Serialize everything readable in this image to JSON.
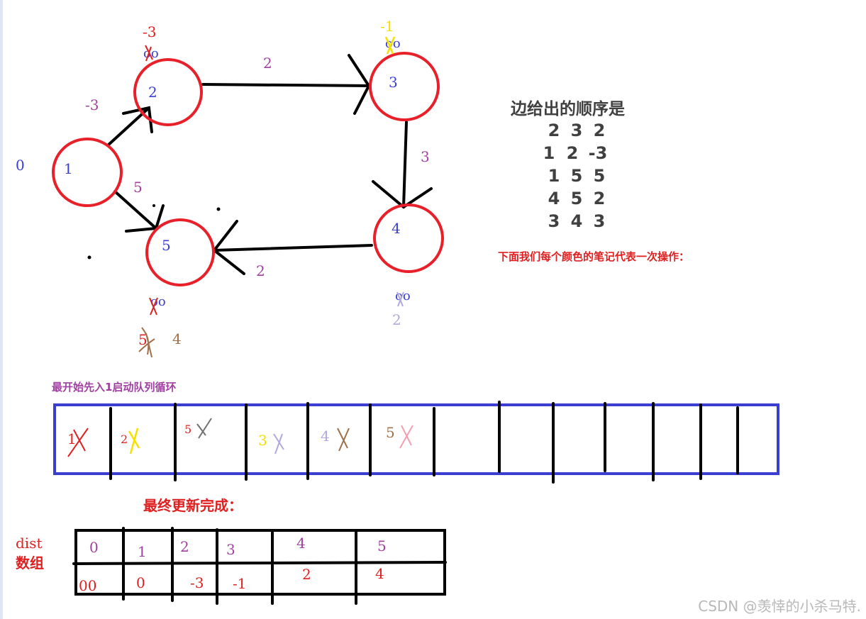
{
  "colors": {
    "node": "#e8202a",
    "node_label": "#3a3fd1",
    "edge_weight": "#a040a0",
    "red": "#e02020",
    "yellow": "#f5e000",
    "gray": "#707070",
    "lavender": "#b0a8e0",
    "brown": "#a0704a",
    "pink": "#f0a0b0",
    "purple": "#a040a0",
    "blue_box": "#3a3fd1",
    "dark_text": "#404040",
    "watermark": "#b8b8b8"
  },
  "graph": {
    "nodes": [
      {
        "id": "1",
        "label": "1"
      },
      {
        "id": "2",
        "label": "2"
      },
      {
        "id": "3",
        "label": "3"
      },
      {
        "id": "4",
        "label": "4"
      },
      {
        "id": "5",
        "label": "5"
      }
    ],
    "edges": [
      {
        "from": "1",
        "to": "2",
        "weight": "-3"
      },
      {
        "from": "1",
        "to": "5",
        "weight": "5"
      },
      {
        "from": "2",
        "to": "3",
        "weight": "2"
      },
      {
        "from": "3",
        "to": "4",
        "weight": "3"
      },
      {
        "from": "4",
        "to": "5",
        "weight": "2"
      }
    ],
    "source_dist": "0",
    "node_annotations": {
      "n2": {
        "new_value": "-3",
        "old_value": "oo"
      },
      "n3": {
        "new_value": "-1",
        "old_value": "oo"
      },
      "n4": {
        "old_value": "oo",
        "new_value": "2"
      },
      "n5": {
        "old_value": "oo",
        "value_a": "5",
        "value_b": "4"
      }
    }
  },
  "edge_list": {
    "title": "边给出的顺序是",
    "rows": [
      [
        "2",
        "3",
        "2"
      ],
      [
        "1",
        "2",
        "-3"
      ],
      [
        "1",
        "5",
        "5"
      ],
      [
        "4",
        "5",
        "2"
      ],
      [
        "3",
        "4",
        "3"
      ]
    ]
  },
  "note": "下面我们每个颜色的笔记代表一次操作：",
  "queue": {
    "caption": "最开始先入1启动队列循环",
    "cells": [
      "1",
      "2",
      "5",
      "3",
      "4",
      "5"
    ]
  },
  "final": {
    "caption": "最终更新完成：",
    "row_label_1": "dist",
    "row_label_2": "数组",
    "indices": [
      "0",
      "1",
      "2",
      "3",
      "4",
      "5"
    ],
    "values": [
      "00",
      "0",
      "-3",
      "-1",
      "2",
      "4"
    ]
  },
  "watermark": "CSDN @羡悻的小杀马特."
}
